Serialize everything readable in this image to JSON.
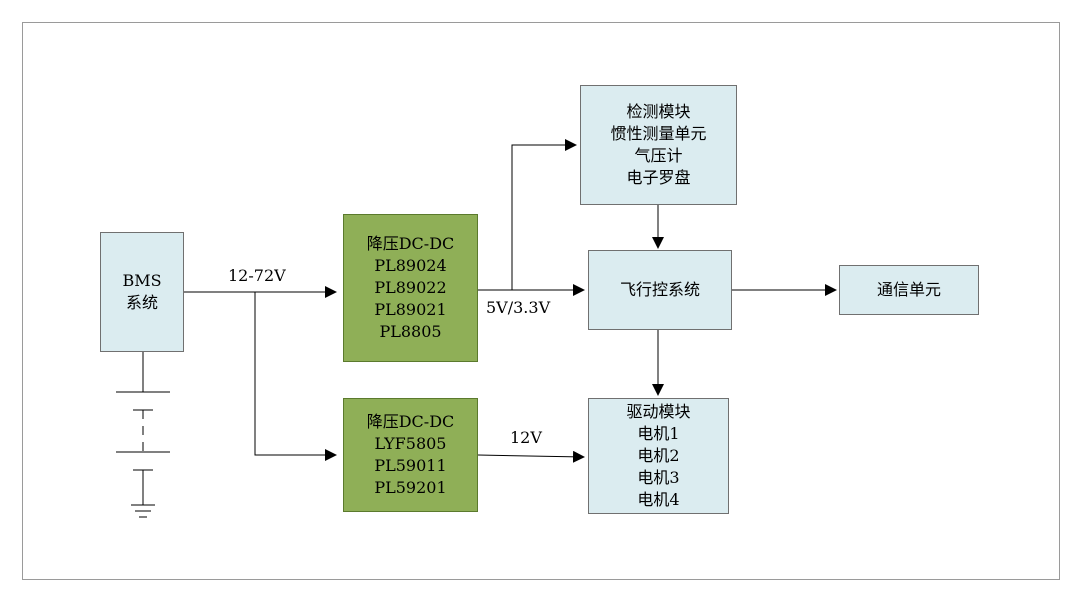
{
  "blocks": {
    "bms": [
      "BMS",
      "系统"
    ],
    "buck_main": [
      "降压DC-DC",
      "PL89024",
      "PL89022",
      "PL89021",
      "PL8805"
    ],
    "buck_12v": [
      "降压DC-DC",
      "LYF5805",
      "PL59011",
      "PL59201"
    ],
    "sensor": [
      "检测模块",
      "惯性测量单元",
      "气压计",
      "电子罗盘"
    ],
    "flight_control": [
      "飞行控系统"
    ],
    "comm": [
      "通信单元"
    ],
    "drive": [
      "驱动模块",
      "电机1",
      "电机2",
      "电机3",
      "电机4"
    ]
  },
  "labels": {
    "input_voltage": "12-72V",
    "logic_voltage": "5V/3.3V",
    "drive_voltage": "12V"
  },
  "colors": {
    "light_block": "#dbecf0",
    "green_block": "#8faf57",
    "wire": "#000000"
  }
}
